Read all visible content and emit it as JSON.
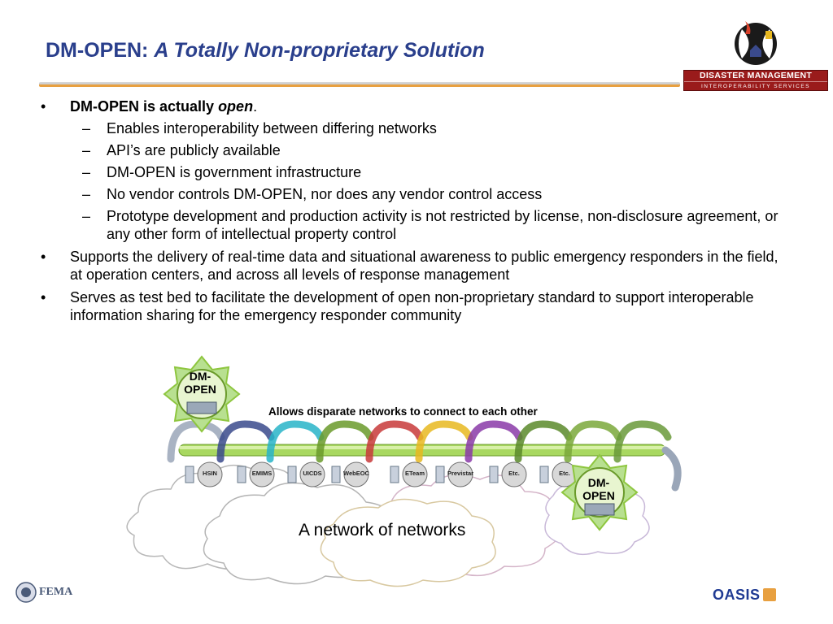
{
  "header": {
    "title_main": "DM-OPEN:",
    "title_sub": "A Totally Non-proprietary Solution"
  },
  "logo_dm": {
    "line1": "DISASTER MANAGEMENT",
    "line2": "INTEROPERABILITY SERVICES"
  },
  "bullets": {
    "item1_lead": "DM-OPEN is actually ",
    "item1_em": "open",
    "item1_tail": ".",
    "sub_items": [
      "Enables interoperability between differing networks",
      "API’s are publicly available",
      "DM-OPEN is government infrastructure",
      "No vendor controls DM-OPEN, nor does any vendor control access",
      "Prototype development and production activity is not restricted by license, non-disclosure agreement, or any other form of intellectual property control"
    ],
    "item2": "Supports the delivery of real-time data and situational awareness to public emergency responders in the field, at operation centers, and across all levels of response management",
    "item3": "Serves as test bed to facilitate the development of open non-proprietary standard to support interoperable information sharing for the emergency responder community"
  },
  "diagram": {
    "caption": "Allows disparate networks to connect to each other",
    "badge_top": "DM-\nOPEN",
    "badge_right": "DM-\nOPEN",
    "cloud_label": "A network of networks",
    "nodes": [
      "HSIN",
      "EMIMS",
      "UICDS",
      "WebEOC",
      "ETeam",
      "Previstar",
      "Etc.",
      "Etc."
    ],
    "arrow_colors": [
      "#9aa6b8",
      "#3a4a8c",
      "#28b4c8",
      "#6a9a2a",
      "#c83a3a",
      "#e8b820",
      "#8a3aa8",
      "#5a8a2a",
      "#7aa83a",
      "#6a9a3a"
    ],
    "accent_green": "#8ec63f"
  },
  "footer": {
    "fema": "FEMA",
    "oasis": "OASIS"
  }
}
